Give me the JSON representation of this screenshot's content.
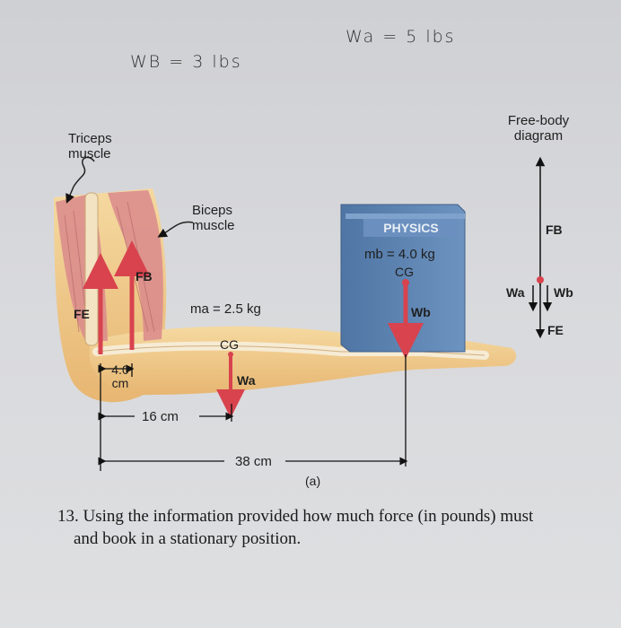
{
  "handwritten": {
    "wb_note": "WB = 3 lbs",
    "wa_note": "Wa = 5 lbs"
  },
  "figure": {
    "triceps_label": "Triceps muscle",
    "biceps_label": "Biceps muscle",
    "fbd_title": "Free-body diagram",
    "book_title": "PHYSICS",
    "mb_label": "mb = 4.0 kg",
    "ma_label": "ma = 2.5 kg",
    "cg_book": "CG",
    "cg_arm": "CG",
    "fe": "FE",
    "fb": "FB",
    "wa": "Wa",
    "wb": "Wb",
    "dist_small": "4.0 cm",
    "dist_mid": "16 cm",
    "dist_long": "38 cm",
    "caption": "(a)"
  },
  "question": {
    "line1": "13. Using the information provided how much force (in pounds) must",
    "line2": "and book in a stationary position."
  },
  "colors": {
    "force_arrow": "#d8434e",
    "book_blue": "#5f86b6",
    "skin": "#f0c98c",
    "muscle": "#d98a8c"
  }
}
